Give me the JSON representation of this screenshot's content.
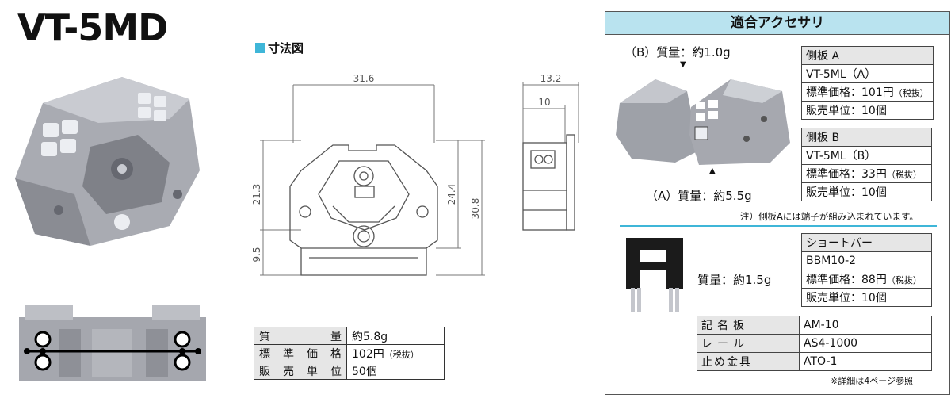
{
  "product": {
    "title": "VT-5MD"
  },
  "dimension": {
    "heading": "寸法図"
  },
  "front_view": {
    "width_top": "31.6",
    "h_upper": "21.3",
    "h_lower": "9.5",
    "h_inner": "24.4",
    "h_total": "30.8"
  },
  "side_view": {
    "width_outer": "13.2",
    "width_inner": "10"
  },
  "specs": [
    {
      "label": [
        "質",
        "量"
      ],
      "value": "約5.8g",
      "suffix": ""
    },
    {
      "label": [
        "標",
        "準",
        "価",
        "格"
      ],
      "value": "102円",
      "suffix": "（税抜）"
    },
    {
      "label": [
        "販",
        "売",
        "単",
        "位"
      ],
      "value": "50個",
      "suffix": ""
    }
  ],
  "accessories": {
    "heading": "適合アクセサリ",
    "side_b_weight": "（B）質量：約1.0g",
    "side_a_weight": "（A）質量：約5.5g",
    "side_plate_a": {
      "name": "側板 A",
      "model": "VT-5ML（A）",
      "price": "標準価格：101円",
      "tax": "（税抜）",
      "unit": "販売単位：10個"
    },
    "side_plate_b": {
      "name": "側板 B",
      "model": "VT-5ML（B）",
      "price": "標準価格：33円",
      "tax": "（税抜）",
      "unit": "販売単位：10個"
    },
    "note": "注）側板Aには端子が組み込まれています。",
    "short_bar": {
      "name": "ショートバー",
      "model": "BBM10-2",
      "weight": "質量：約1.5g",
      "price": "標準価格：88円",
      "tax": "（税抜）",
      "unit": "販売単位：10個"
    },
    "others": [
      {
        "label": "記名板",
        "value": "AM-10"
      },
      {
        "label": "レール",
        "value": "AS4-1000"
      },
      {
        "label": "止め金具",
        "value": "ATO-1"
      }
    ],
    "footer": "※詳細は4ページ参照"
  },
  "colors": {
    "accent": "#3fb6d8",
    "header_bg": "#b9e3ef",
    "cell_bg": "#e6e6e6",
    "part_gray": "#9ea1a8"
  }
}
